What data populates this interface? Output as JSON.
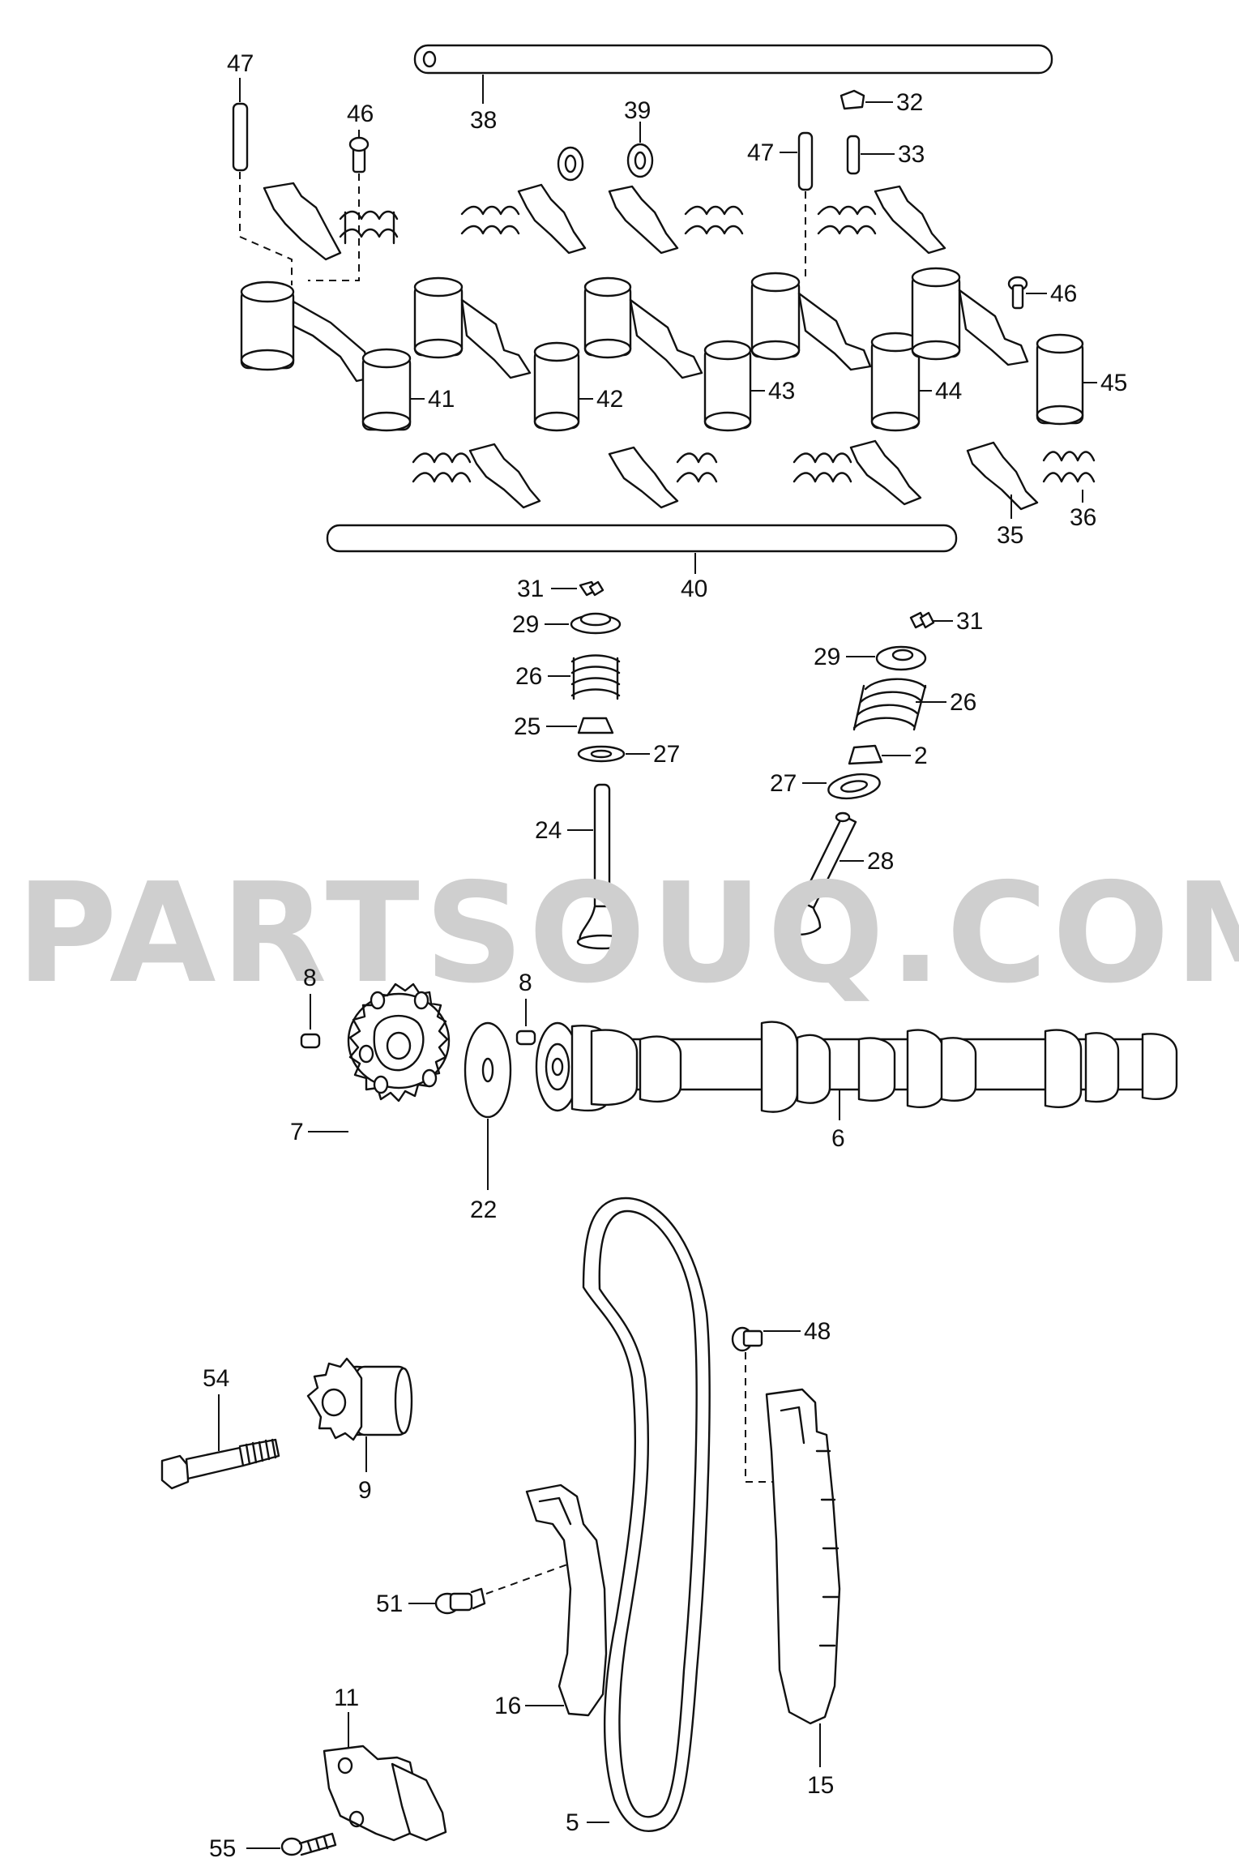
{
  "watermark": "PARTSOUQ.COM",
  "callouts": [
    {
      "id": "c47a",
      "text": "47"
    },
    {
      "id": "c46a",
      "text": "46"
    },
    {
      "id": "c38",
      "text": "38"
    },
    {
      "id": "c39",
      "text": "39"
    },
    {
      "id": "c32",
      "text": "32"
    },
    {
      "id": "c47b",
      "text": "47"
    },
    {
      "id": "c33",
      "text": "33"
    },
    {
      "id": "c46b",
      "text": "46"
    },
    {
      "id": "c41",
      "text": "41"
    },
    {
      "id": "c42",
      "text": "42"
    },
    {
      "id": "c43",
      "text": "43"
    },
    {
      "id": "c44",
      "text": "44"
    },
    {
      "id": "c45",
      "text": "45"
    },
    {
      "id": "c35",
      "text": "35"
    },
    {
      "id": "c36",
      "text": "36"
    },
    {
      "id": "c40",
      "text": "40"
    },
    {
      "id": "c31a",
      "text": "31"
    },
    {
      "id": "c29a",
      "text": "29"
    },
    {
      "id": "c26a",
      "text": "26"
    },
    {
      "id": "c25",
      "text": "25"
    },
    {
      "id": "c27a",
      "text": "27"
    },
    {
      "id": "c24",
      "text": "24"
    },
    {
      "id": "c31b",
      "text": "31"
    },
    {
      "id": "c29b",
      "text": "29"
    },
    {
      "id": "c26b",
      "text": "26"
    },
    {
      "id": "c2",
      "text": "2"
    },
    {
      "id": "c27b",
      "text": "27"
    },
    {
      "id": "c28",
      "text": "28"
    },
    {
      "id": "c8a",
      "text": "8"
    },
    {
      "id": "c8b",
      "text": "8"
    },
    {
      "id": "c7",
      "text": "7"
    },
    {
      "id": "c22",
      "text": "22"
    },
    {
      "id": "c6",
      "text": "6"
    },
    {
      "id": "c48",
      "text": "48"
    },
    {
      "id": "c54",
      "text": "54"
    },
    {
      "id": "c9",
      "text": "9"
    },
    {
      "id": "c51",
      "text": "51"
    },
    {
      "id": "c16",
      "text": "16"
    },
    {
      "id": "c15",
      "text": "15"
    },
    {
      "id": "c11",
      "text": "11"
    },
    {
      "id": "c5",
      "text": "5"
    },
    {
      "id": "c55",
      "text": "55"
    }
  ]
}
